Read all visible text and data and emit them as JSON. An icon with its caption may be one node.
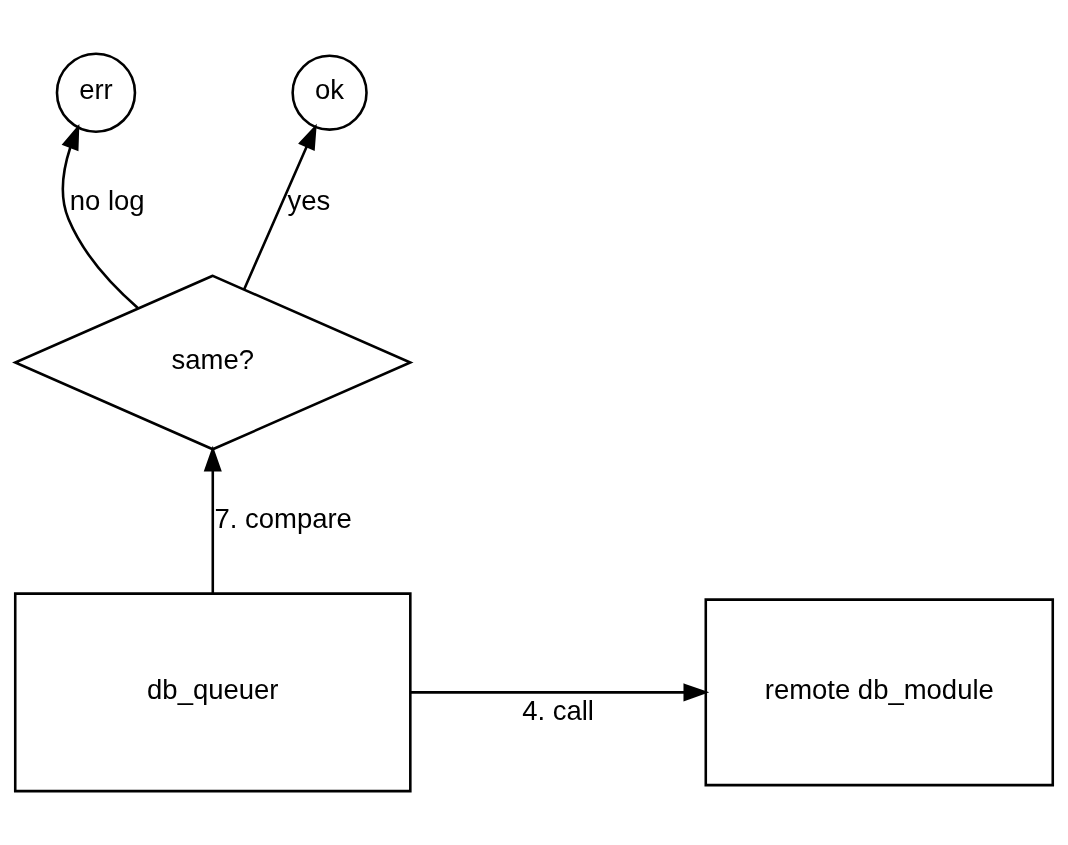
{
  "diagram": {
    "nodes": [
      {
        "text": [
          "err"
        ]
      },
      {
        "text": [
          "same?"
        ]
      },
      {
        "text": [
          "ok"
        ]
      },
      {
        "text": [
          "db_queuer"
        ]
      },
      {
        "text": [
          "remote db_module"
        ]
      }
    ],
    "edges": [
      {
        "from": 1,
        "to": 0,
        "arrow": "to",
        "label": "no log"
      },
      {
        "from": 1,
        "to": 2,
        "arrow": "to",
        "label": "yes"
      },
      {
        "from": 3,
        "to": 1,
        "arrow": "to",
        "label": "7. compare"
      },
      {
        "from": 3,
        "to": 4,
        "arrow": "to",
        "label": "4. call"
      }
    ]
  }
}
